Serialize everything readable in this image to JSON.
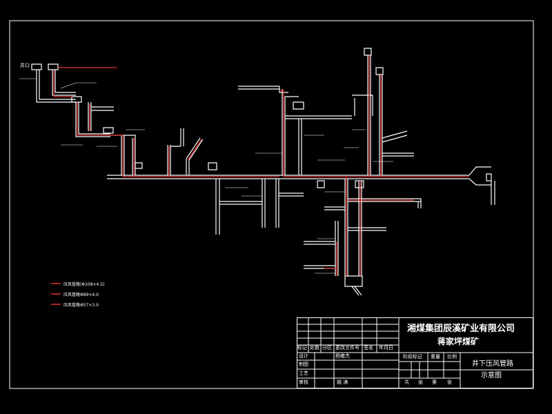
{
  "colors": {
    "background": "#000000",
    "drawing": "#ffffff",
    "pipe": "#e03030"
  },
  "title_block": {
    "company": "湘煤集团辰溪矿业有限公司",
    "mine": "蒋家坪煤矿",
    "drawing_title_line1": "井下压风管路",
    "drawing_title_line2": "示意图",
    "revision_headers": [
      "标记",
      "处数",
      "分区",
      "更改文件号",
      "签名",
      "年月日"
    ],
    "role_labels": [
      "设计",
      "制图",
      "工艺",
      "审核"
    ],
    "designer_name": "杨雍杰",
    "approver_name": "姚 涛",
    "stage_label": "阶段标记",
    "weight_label": "重量",
    "scale_label": "比例",
    "sheet_labels": [
      "共",
      "张",
      "第",
      "张"
    ]
  },
  "legend": {
    "items": [
      {
        "label": "压风管路(Φ108×4.5)"
      },
      {
        "label": "压风管路Φ89×4.0"
      },
      {
        "label": "压风管路Φ57×3.0"
      }
    ]
  },
  "diagram": {
    "shaft_label": "井口"
  }
}
